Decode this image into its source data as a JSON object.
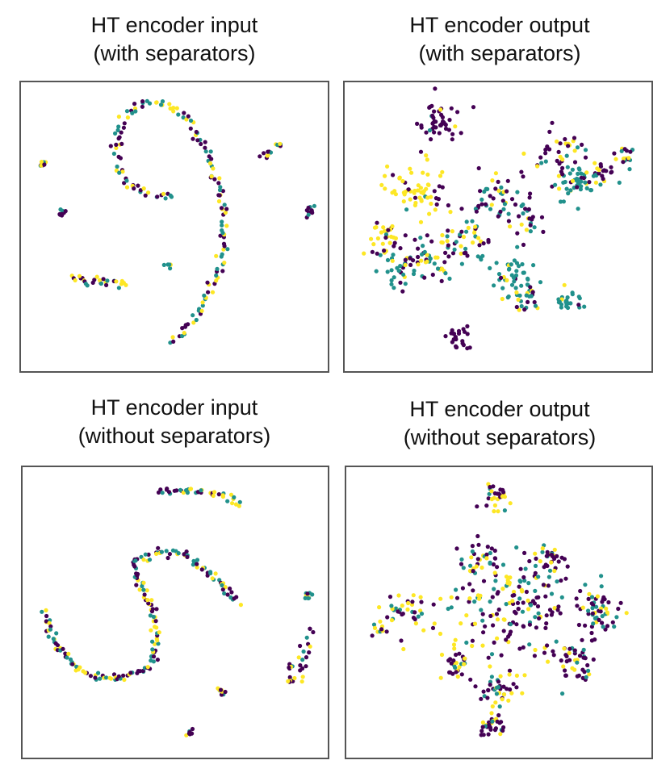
{
  "colors": {
    "class_a": "#440154",
    "class_b": "#21918c",
    "class_c": "#fde725"
  },
  "chart_data": [
    {
      "type": "scatter",
      "title_line1": "HT encoder input",
      "title_line2": "(with separators)",
      "xlim": [
        0,
        100
      ],
      "ylim": [
        0,
        100
      ],
      "grid": false,
      "legend": "none",
      "clusters": [
        {
          "kind": "curve",
          "pts": [
            [
              49,
              7
            ],
            [
              58,
              18
            ],
            [
              64,
              30
            ],
            [
              67,
              42
            ],
            [
              67,
              54
            ],
            [
              65,
              66
            ],
            [
              61,
              78
            ],
            [
              56,
              88
            ],
            [
              49,
              94
            ],
            [
              42,
              96
            ],
            [
              35,
              93
            ],
            [
              31,
              86
            ],
            [
              30,
              76
            ],
            [
              32,
              68
            ],
            [
              38,
              63
            ],
            [
              45,
              62
            ],
            [
              50,
              61
            ]
          ],
          "n": 160,
          "spread": 0.8
        },
        {
          "kind": "blob",
          "cx": 5,
          "cy": 73,
          "r": 1.3,
          "n": 8
        },
        {
          "kind": "blob",
          "cx": 11,
          "cy": 55,
          "r": 1.6,
          "n": 10
        },
        {
          "kind": "blob",
          "cx": 82,
          "cy": 77,
          "r": 1.4,
          "n": 8
        },
        {
          "kind": "blob",
          "cx": 86,
          "cy": 80,
          "r": 1.0,
          "n": 6
        },
        {
          "kind": "blob",
          "cx": 96,
          "cy": 56,
          "r": 1.8,
          "n": 12
        },
        {
          "kind": "blob",
          "cx": 48,
          "cy": 36,
          "r": 1.3,
          "n": 7
        },
        {
          "kind": "curve",
          "pts": [
            [
              14,
              31
            ],
            [
              22,
              30
            ],
            [
              30,
              29
            ],
            [
              34,
              29
            ]
          ],
          "n": 28,
          "spread": 0.9
        }
      ]
    },
    {
      "type": "scatter",
      "title_line1": "HT encoder output",
      "title_line2": "(with separators)",
      "xlim": [
        0,
        100
      ],
      "ylim": [
        0,
        100
      ],
      "grid": false,
      "legend": "none",
      "clusters": [
        {
          "kind": "blob",
          "cx": 30,
          "cy": 88,
          "r": 7,
          "n": 45,
          "w": [
            0.9,
            0.05,
            0.05
          ]
        },
        {
          "kind": "blob",
          "cx": 72,
          "cy": 75,
          "r": 10,
          "n": 45,
          "w": [
            0.55,
            0.2,
            0.25
          ]
        },
        {
          "kind": "blob",
          "cx": 77,
          "cy": 66,
          "r": 6,
          "n": 40,
          "w": [
            0.1,
            0.75,
            0.15
          ]
        },
        {
          "kind": "blob",
          "cx": 93,
          "cy": 75,
          "r": 4,
          "n": 18,
          "w": [
            0.4,
            0.3,
            0.3
          ]
        },
        {
          "kind": "blob",
          "cx": 22,
          "cy": 62,
          "r": 11,
          "n": 60,
          "w": [
            0.15,
            0.05,
            0.8
          ]
        },
        {
          "kind": "blob",
          "cx": 12,
          "cy": 45,
          "r": 7,
          "n": 35,
          "w": [
            0.3,
            0.1,
            0.6
          ]
        },
        {
          "kind": "blob",
          "cx": 28,
          "cy": 38,
          "r": 9,
          "n": 55,
          "w": [
            0.4,
            0.35,
            0.25
          ]
        },
        {
          "kind": "blob",
          "cx": 48,
          "cy": 60,
          "r": 10,
          "n": 50,
          "w": [
            0.35,
            0.35,
            0.3
          ]
        },
        {
          "kind": "blob",
          "cx": 40,
          "cy": 45,
          "r": 7,
          "n": 35,
          "w": [
            0.3,
            0.4,
            0.3
          ]
        },
        {
          "kind": "blob",
          "cx": 55,
          "cy": 32,
          "r": 9,
          "n": 45,
          "w": [
            0.1,
            0.8,
            0.1
          ]
        },
        {
          "kind": "blob",
          "cx": 74,
          "cy": 23,
          "r": 4.5,
          "n": 25,
          "w": [
            0.05,
            0.9,
            0.05
          ]
        },
        {
          "kind": "blob",
          "cx": 60,
          "cy": 24,
          "r": 5,
          "n": 22,
          "w": [
            0.2,
            0.7,
            0.1
          ]
        },
        {
          "kind": "blob",
          "cx": 36,
          "cy": 9,
          "r": 3.8,
          "n": 25,
          "w": [
            0.95,
            0.05,
            0
          ]
        },
        {
          "kind": "blob",
          "cx": 16,
          "cy": 33,
          "r": 6,
          "n": 25,
          "w": [
            0.3,
            0.55,
            0.15
          ]
        },
        {
          "kind": "blob",
          "cx": 60,
          "cy": 52,
          "r": 5,
          "n": 20,
          "w": [
            0.35,
            0.4,
            0.25
          ]
        },
        {
          "kind": "blob",
          "cx": 85,
          "cy": 70,
          "r": 5,
          "n": 20,
          "w": [
            0.5,
            0.35,
            0.15
          ]
        }
      ]
    },
    {
      "type": "scatter",
      "title_line1": "HT encoder input",
      "title_line2": "(without separators)",
      "xlim": [
        0,
        100
      ],
      "ylim": [
        0,
        100
      ],
      "grid": false,
      "legend": "none",
      "clusters": [
        {
          "kind": "curve",
          "pts": [
            [
              4,
              50
            ],
            [
              8,
              40
            ],
            [
              14,
              31
            ],
            [
              22,
              27
            ],
            [
              32,
              26
            ],
            [
              41,
              30
            ],
            [
              44,
              40
            ],
            [
              42,
              52
            ],
            [
              37,
              62
            ],
            [
              36,
              69
            ],
            [
              44,
              72
            ],
            [
              54,
              71
            ],
            [
              63,
              64
            ],
            [
              72,
              53
            ]
          ],
          "n": 190,
          "spread": 0.7
        },
        {
          "kind": "curve",
          "pts": [
            [
              44,
              94
            ],
            [
              52,
              94
            ],
            [
              60,
              94
            ],
            [
              68,
              92
            ],
            [
              73,
              89
            ]
          ],
          "n": 40,
          "spread": 0.6
        },
        {
          "kind": "blob",
          "cx": 96,
          "cy": 56,
          "r": 1.5,
          "n": 9
        },
        {
          "kind": "curve",
          "pts": [
            [
              97,
              45
            ],
            [
              96,
              38
            ],
            [
              94,
              32
            ],
            [
              93,
              25
            ]
          ],
          "n": 18,
          "spread": 0.8
        },
        {
          "kind": "blob",
          "cx": 90,
          "cy": 25,
          "r": 1.3,
          "n": 7
        },
        {
          "kind": "blob",
          "cx": 90,
          "cy": 30,
          "r": 1.0,
          "n": 5
        },
        {
          "kind": "blob",
          "cx": 66,
          "cy": 21,
          "r": 1.6,
          "n": 10
        },
        {
          "kind": "blob",
          "cx": 55,
          "cy": 6,
          "r": 1.2,
          "n": 7
        }
      ]
    },
    {
      "type": "scatter",
      "title_line1": "HT encoder output",
      "title_line2": "(without separators)",
      "xlim": [
        0,
        100
      ],
      "ylim": [
        0,
        100
      ],
      "grid": false,
      "legend": "none",
      "clusters": [
        {
          "kind": "blob",
          "cx": 48,
          "cy": 92,
          "r": 4,
          "n": 30,
          "w": [
            0.45,
            0.25,
            0.3
          ]
        },
        {
          "kind": "blob",
          "cx": 68,
          "cy": 70,
          "r": 5,
          "n": 30,
          "w": [
            0.5,
            0.25,
            0.25
          ]
        },
        {
          "kind": "blob",
          "cx": 44,
          "cy": 68,
          "r": 6,
          "n": 30,
          "w": [
            0.4,
            0.3,
            0.3
          ]
        },
        {
          "kind": "blob",
          "cx": 55,
          "cy": 53,
          "r": 18,
          "n": 170,
          "w": [
            0.4,
            0.3,
            0.3
          ]
        },
        {
          "kind": "blob",
          "cx": 85,
          "cy": 52,
          "r": 8,
          "n": 55,
          "w": [
            0.45,
            0.25,
            0.3
          ]
        },
        {
          "kind": "blob",
          "cx": 20,
          "cy": 50,
          "r": 9,
          "n": 40,
          "w": [
            0.35,
            0.35,
            0.3
          ]
        },
        {
          "kind": "blob",
          "cx": 9,
          "cy": 44,
          "r": 3,
          "n": 10,
          "w": [
            0.3,
            0.4,
            0.3
          ]
        },
        {
          "kind": "blob",
          "cx": 35,
          "cy": 31,
          "r": 5,
          "n": 30,
          "w": [
            0.45,
            0.2,
            0.35
          ]
        },
        {
          "kind": "blob",
          "cx": 76,
          "cy": 32,
          "r": 7,
          "n": 45,
          "w": [
            0.55,
            0.2,
            0.25
          ]
        },
        {
          "kind": "blob",
          "cx": 50,
          "cy": 22,
          "r": 6,
          "n": 40,
          "w": [
            0.45,
            0.25,
            0.3
          ]
        },
        {
          "kind": "blob",
          "cx": 47,
          "cy": 8,
          "r": 4,
          "n": 30,
          "w": [
            0.55,
            0.25,
            0.2
          ]
        }
      ]
    }
  ]
}
